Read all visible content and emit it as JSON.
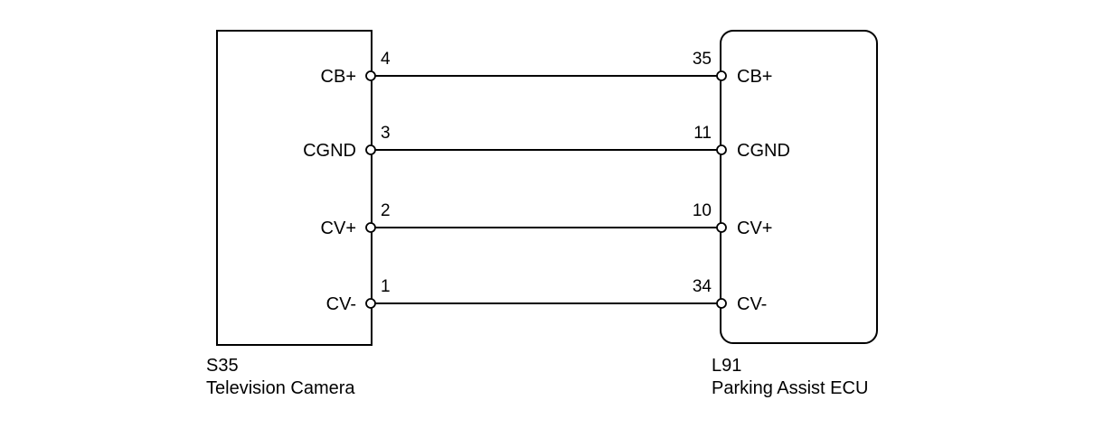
{
  "left_component": {
    "code": "S35",
    "name": "Television Camera"
  },
  "right_component": {
    "code": "L91",
    "name": "Parking Assist ECU"
  },
  "connections": [
    {
      "signal_left": "CB+",
      "pin_left": "4",
      "pin_right": "35",
      "signal_right": "CB+"
    },
    {
      "signal_left": "CGND",
      "pin_left": "3",
      "pin_right": "11",
      "signal_right": "CGND"
    },
    {
      "signal_left": "CV+",
      "pin_left": "2",
      "pin_right": "10",
      "signal_right": "CV+"
    },
    {
      "signal_left": "CV-",
      "pin_left": "1",
      "pin_right": "34",
      "signal_right": "CV-"
    }
  ]
}
